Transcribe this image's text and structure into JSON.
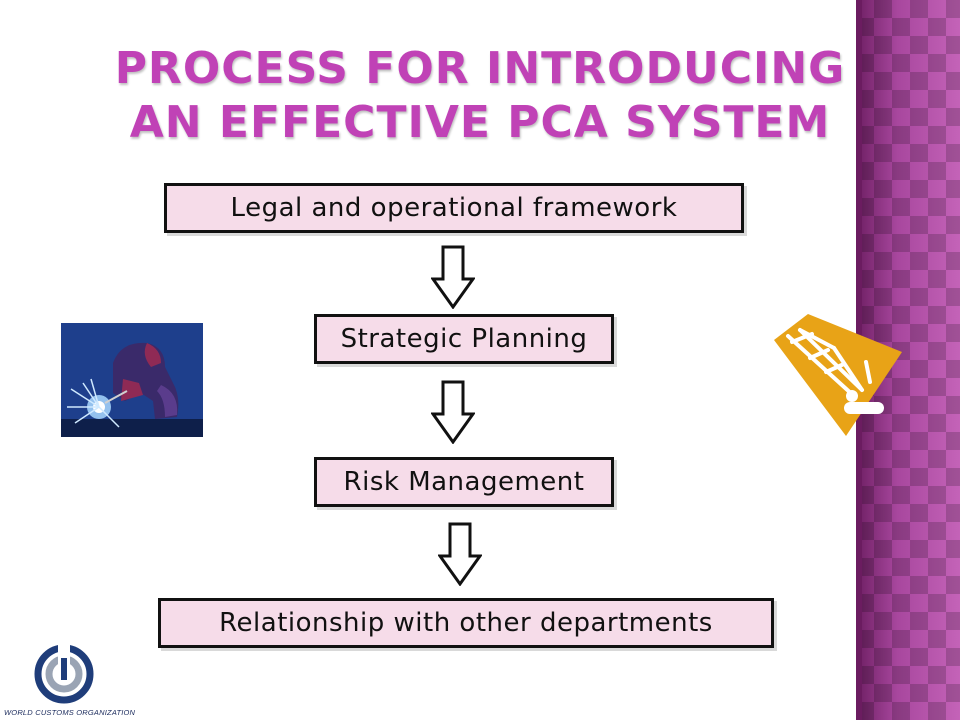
{
  "slide": {
    "title": "Process for introducing an effective PCA system",
    "steps": [
      "Legal and operational framework",
      "Strategic Planning",
      "Risk Management",
      "Relationship with other departments"
    ],
    "logo_caption": "WORLD CUSTOMS ORGANIZATION"
  },
  "icons": {
    "arrows": "down-arrow-icon",
    "left_image": "welder-clipart",
    "right_image": "crane-clipart",
    "logo": "wco-logo"
  },
  "colors": {
    "title": "#c042b6",
    "box_fill": "#f6dce9",
    "box_border": "#111111",
    "side_band": "#a8479e",
    "crane": "#e8a317"
  }
}
